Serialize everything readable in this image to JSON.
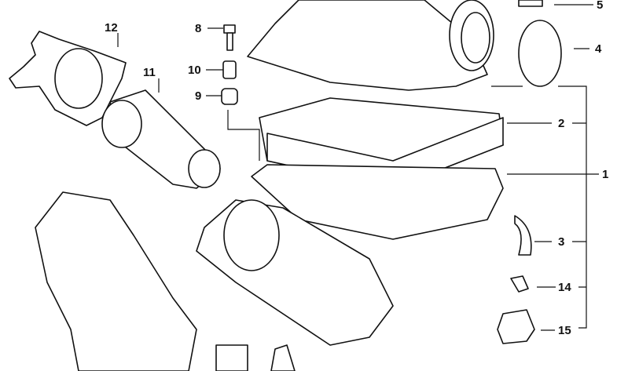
{
  "diagram": {
    "callouts": [
      {
        "id": "12",
        "label": "12"
      },
      {
        "id": "11",
        "label": "11"
      },
      {
        "id": "8",
        "label": "8"
      },
      {
        "id": "10",
        "label": "10"
      },
      {
        "id": "9",
        "label": "9"
      },
      {
        "id": "5",
        "label": "5"
      },
      {
        "id": "4",
        "label": "4"
      },
      {
        "id": "2",
        "label": "2"
      },
      {
        "id": "1",
        "label": "1"
      },
      {
        "id": "3",
        "label": "3"
      },
      {
        "id": "14",
        "label": "14"
      },
      {
        "id": "15",
        "label": "15"
      }
    ]
  }
}
